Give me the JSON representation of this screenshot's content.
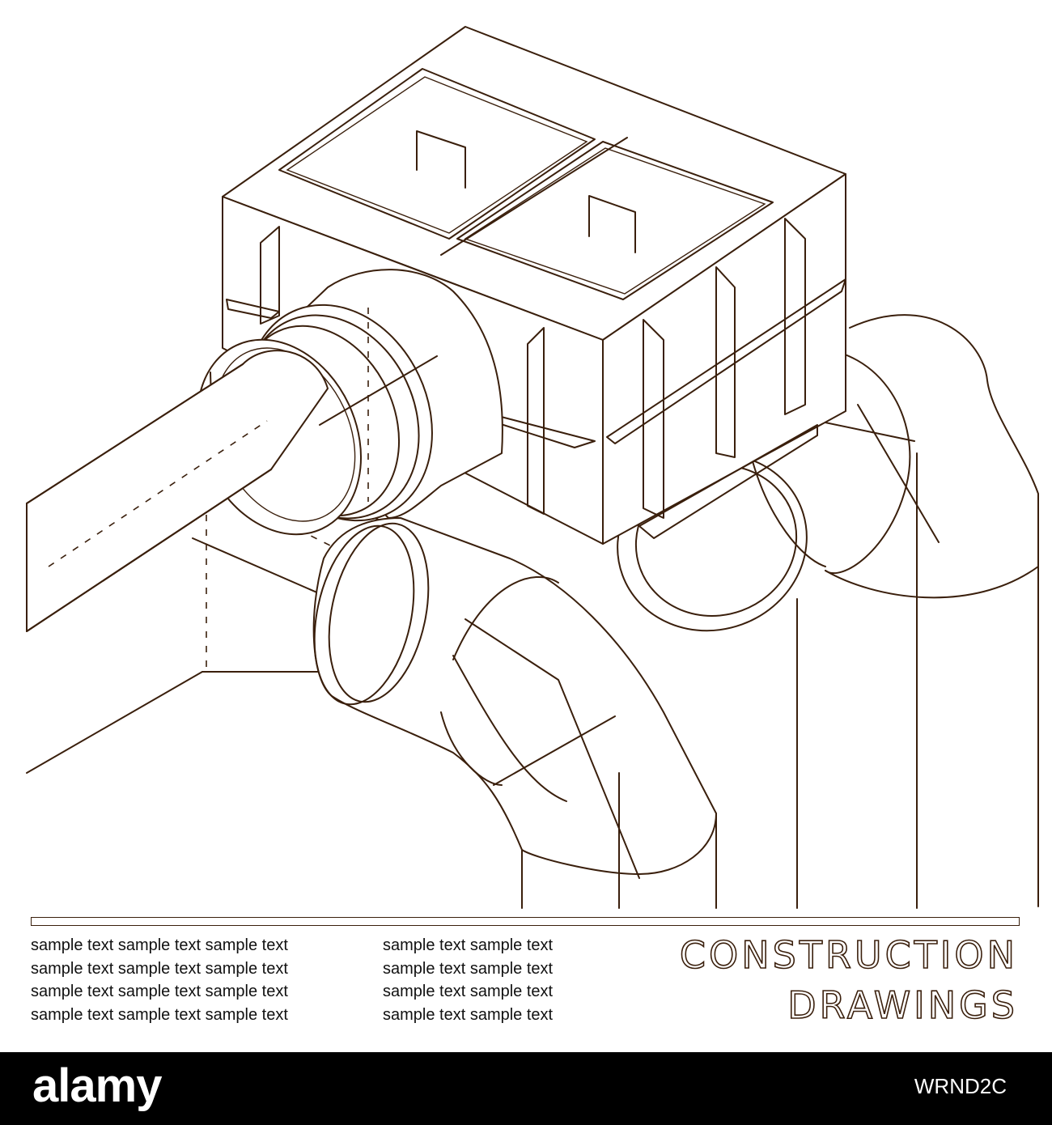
{
  "caption": {
    "left_column": [
      "sample text sample text sample text",
      "sample text sample text sample text",
      "sample text sample text sample text",
      "sample text sample text sample text"
    ],
    "right_column": [
      "sample text sample text",
      "sample text sample text",
      "sample text sample text",
      "sample text sample text"
    ],
    "title_line1": "CONSTRUCTION",
    "title_line2": "DRAWINGS"
  },
  "footer": {
    "logo": "alamy",
    "image_id": "WRND2C"
  },
  "colors": {
    "line": "#3a1f0c",
    "background": "#ffffff",
    "footer_bg": "#000000"
  }
}
